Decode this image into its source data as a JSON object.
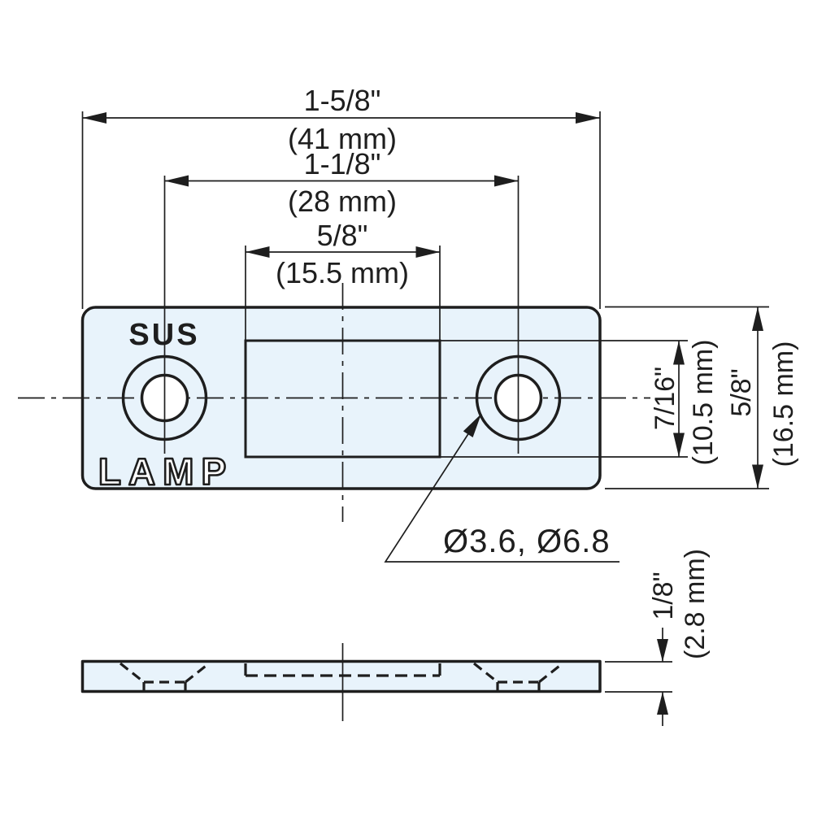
{
  "title": "Strike plate technical drawing",
  "labels": {
    "material": "SUS",
    "brand": "LAMP",
    "hole_diameters": "Ø3.6, Ø6.8"
  },
  "dimensions": {
    "overall_width": {
      "inch": "1-5/8\"",
      "metric": "(41 mm)"
    },
    "hole_spacing": {
      "inch": "1-1/8\"",
      "metric": "(28 mm)"
    },
    "recess_width": {
      "inch": "5/8\"",
      "metric": "(15.5 mm)"
    },
    "recess_height": {
      "inch": "7/16\"",
      "metric": "(10.5 mm)"
    },
    "overall_height": {
      "inch": "5/8\"",
      "metric": "(16.5 mm)"
    },
    "thickness": {
      "inch": "1/8\"",
      "metric": "(2.8 mm)"
    }
  },
  "colors": {
    "line": "#1E1E1E",
    "plate_fill": "#E8F3FB",
    "background": "#FFFFFF"
  }
}
